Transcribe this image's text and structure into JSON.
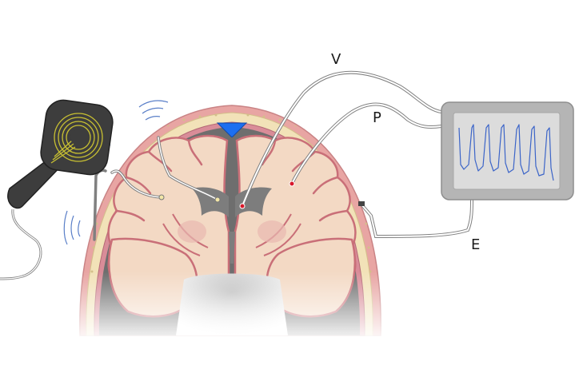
{
  "labels": {
    "ventricular": "V",
    "parenchymal": "P",
    "epidural": "E"
  },
  "icons": {
    "transmitter": "wireless-transmitter-icon",
    "monitor": "pressure-monitor-icon"
  },
  "colors": {
    "skin": "#e8a5a3",
    "skull": "#f2e2b8",
    "skull_dots": "#d3bf8a",
    "dura": "#d98c98",
    "brain_fill": "#f3d9c4",
    "brain_outline": "#c96f78",
    "ventricle": "#7d7d7d",
    "sinus": "#1d6ff0",
    "cable": "#808080",
    "device_body": "#3d3d3d",
    "coil": "#c8c032",
    "monitor_case": "#b5b5b5",
    "monitor_screen": "#dcdcdc",
    "waveform": "#3b64c8",
    "sensor_tip": "#d8182a"
  }
}
